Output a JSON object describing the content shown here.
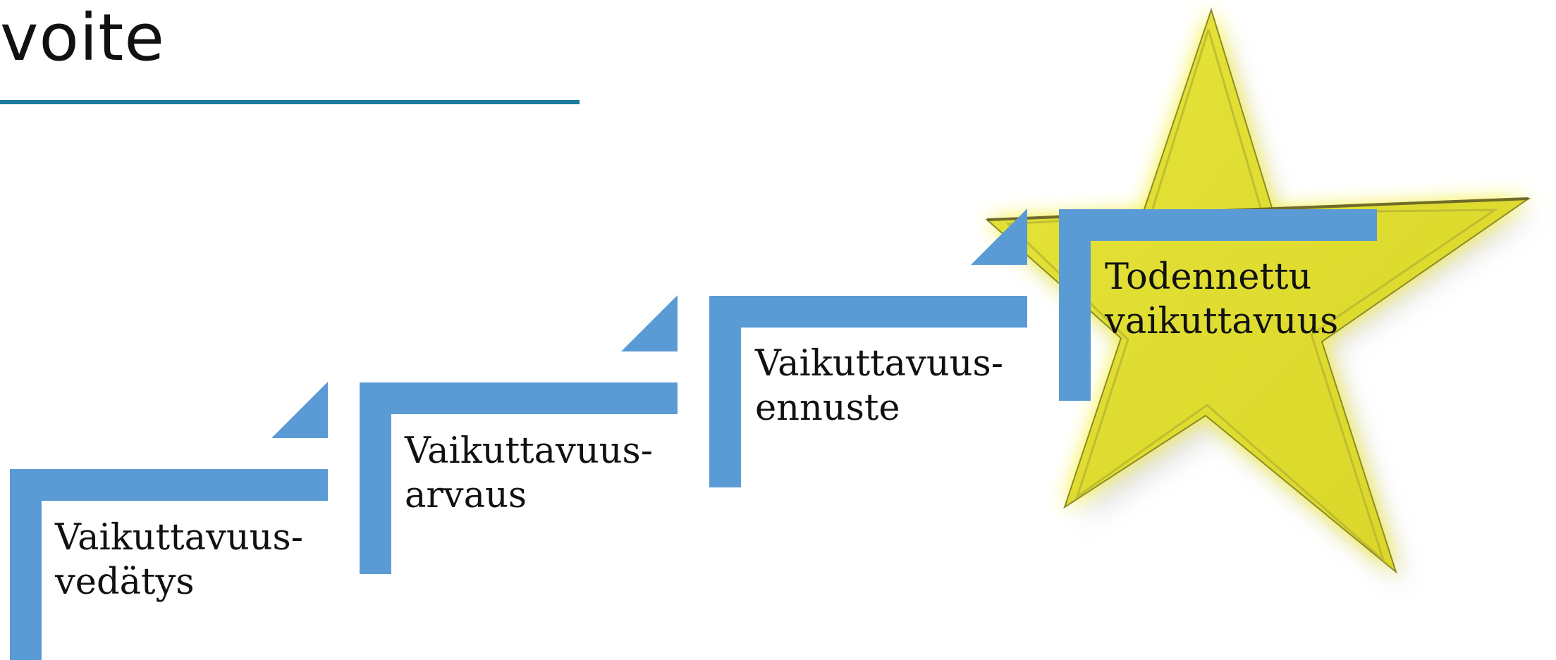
{
  "slide": {
    "title": "voite",
    "accent_color": "#1b7a9e"
  },
  "steps": [
    {
      "line1": "Vaikuttavuus-",
      "line2": "vedätys"
    },
    {
      "line1": "Vaikuttavuus-",
      "line2": "arvaus"
    },
    {
      "line1": "Vaikuttavuus-",
      "line2": "ennuste"
    },
    {
      "line1": "Todennettu",
      "line2": "vaikuttavuus"
    }
  ],
  "colors": {
    "step_blue": "#5b9bd5",
    "star_fill": "#e0dd2e",
    "star_glow": "#f6f22a"
  },
  "icons": {
    "star": "star-icon"
  }
}
